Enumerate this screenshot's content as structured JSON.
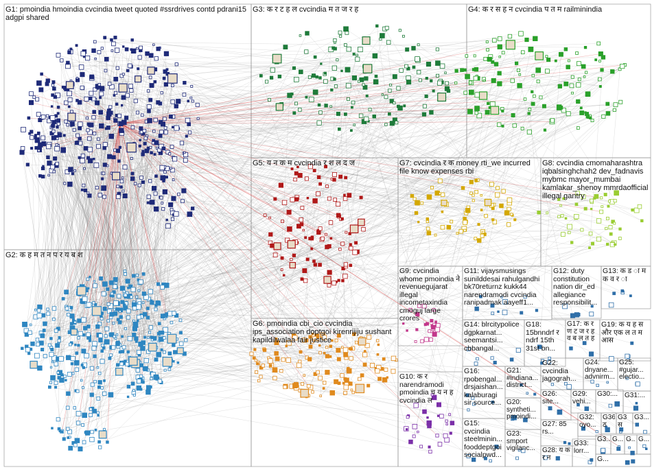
{
  "groups": [
    {
      "id": "G1",
      "label": "G1: pmoindia hmoindia cvcindia tweet quoted #ssrdrives contd pdrani15 adgpi shared"
    },
    {
      "id": "G2",
      "label": "G2: क ह म त न प र य ब श"
    },
    {
      "id": "G3",
      "label": "G3: क र ट ह ल cvcindia म त ज र ह"
    },
    {
      "id": "G4",
      "label": "G4: क र स ह न cvcindia प त म railminindia"
    },
    {
      "id": "G5",
      "label": "G5: य न क म cvcindia र श ल द ज"
    },
    {
      "id": "G6",
      "label": "G6: pmoindia cbi_cio cvcindia ips_association doptgoi kirenrijiju sushant kapildilwalaa fair justice"
    },
    {
      "id": "G7",
      "label": "G7: cvcindia र क money rti_we incurred file know expenses rbi"
    },
    {
      "id": "G8",
      "label": "G8: cvcindia cmomaharashtra iqbalsinghchah2 dev_fadnavis mybmc mayor_mumbai kamlakar_shenoy mmrdaofficial illegal gantry"
    },
    {
      "id": "G9",
      "label": "G9: cvcindia whome pmoindia ने revenuegujarat illegal incometaxindia cmoguj large crores"
    },
    {
      "id": "G10",
      "label": "G10: क र narendramodi pmoindia च य न ह cvcindia ल"
    },
    {
      "id": "G11",
      "label": "G11: vijaysmusings sunilddesai rahulgandhi bk70returnz kukk44 narendramodi cvcindia ranipadmak aayeff1..."
    },
    {
      "id": "G12",
      "label": "G12: duty constitution nation dir_ed allegiance responsibilit..."
    },
    {
      "id": "G13",
      "label": "G13: क ड ा म क व र ा"
    },
    {
      "id": "G14",
      "label": "G14: blrcitypolice dgpkarnat... seemantsi... cbbangal..."
    },
    {
      "id": "G15",
      "label": "G15: cvcindia steelminin... fooddeptgoi socialpwd..."
    },
    {
      "id": "G16",
      "label": "G16: rpobengal... drsjaishan... kalaburagi sir source..."
    },
    {
      "id": "G17",
      "label": "G17: क र ण ट ज र ह व ब ल त ह"
    },
    {
      "id": "G18",
      "label": "G18: 15bnndrf र ndrf 15th 31st bn..."
    },
    {
      "id": "G19",
      "label": "G19: क य ह स और एक ल त म आस"
    },
    {
      "id": "G20",
      "label": "G20: syntheti... pmoindi..."
    },
    {
      "id": "G21",
      "label": "G21: #indiana... district..."
    },
    {
      "id": "G22",
      "label": "G22: cvcindia jagograh..."
    },
    {
      "id": "G23",
      "label": "G23: smport vigilanc..."
    },
    {
      "id": "G24",
      "label": "G24: dnyane... advnirm..."
    },
    {
      "id": "G25",
      "label": "G25: #gujar... electio..."
    },
    {
      "id": "G26",
      "label": "G26: site..."
    },
    {
      "id": "G27",
      "label": "G27: 85 rs..."
    },
    {
      "id": "G28",
      "label": "G28: य क र न"
    },
    {
      "id": "G29",
      "label": "G29: vehi..."
    },
    {
      "id": "G30",
      "label": "G30:..."
    },
    {
      "id": "G31",
      "label": "G31:..."
    },
    {
      "id": "G32",
      "label": "G32: oyo..."
    },
    {
      "id": "G33",
      "label": "G33: lorr..."
    },
    {
      "id": "G34",
      "label": "G3..."
    },
    {
      "id": "G35",
      "label": "G..."
    },
    {
      "id": "G36",
      "label": "G36 ठ"
    },
    {
      "id": "G37",
      "label": "G3 स"
    },
    {
      "id": "G38",
      "label": "G3..."
    },
    {
      "id": "G39",
      "label": "G..."
    },
    {
      "id": "G40",
      "label": "G..."
    },
    {
      "id": "G41",
      "label": "G..."
    }
  ],
  "colors": {
    "G1": "#1e2a78",
    "G2": "#2e86c1",
    "G3": "#1e7b3a",
    "G4": "#2aa12a",
    "G5": "#b01818",
    "G6": "#e08a1e",
    "G7": "#d4a800",
    "G8": "#9acd32",
    "G9": "#c2378b",
    "G10": "#7b2fa8",
    "small": "#2f6fa8",
    "edge": "#8a8a8a",
    "edge_red": "#d42020",
    "frame": "#9a9a9a"
  }
}
